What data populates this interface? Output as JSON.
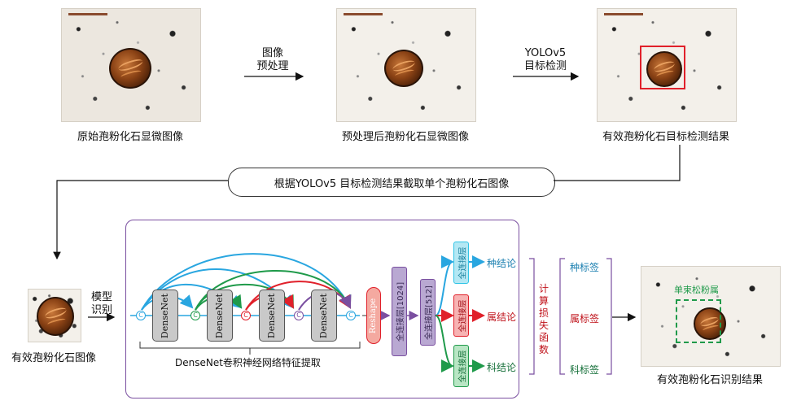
{
  "images": {
    "original_caption": "原始孢粉化石显微图像",
    "preprocessed_caption": "预处理后孢粉化石显微图像",
    "detection_caption": "有效孢粉化石目标检测结果",
    "single_caption": "有效孢粉化石图像",
    "result_caption": "有效孢粉化石识别结果",
    "result_tag": "单束松粉属"
  },
  "steps": {
    "preprocess_line1": "图像",
    "preprocess_line2": "预处理",
    "detect_line1": "YOLOv5",
    "detect_line2": "目标检测",
    "crop": "根据YOLOv5  目标检测结果截取单个孢粉化石图像",
    "model_line1": "模型",
    "model_line2": "识别"
  },
  "network": {
    "dense_blocks": [
      "DenseNet",
      "DenseNet",
      "DenseNet",
      "DenseNet"
    ],
    "concat_symbol": "C",
    "feature_caption": "DenseNet卷积神经网络特征提取",
    "reshape": "Reshape",
    "fc1": "全连接层[1024]",
    "fc2": "全连接层[512]",
    "fc_head": "全连接层",
    "species_out": "种结论",
    "genus_out": "属结论",
    "family_out": "科结论",
    "loss_label": "计算损失函数",
    "species_label": "种标签",
    "genus_label": "属标签",
    "family_label": "科标签"
  },
  "colors": {
    "blue": "#29a6e0",
    "green": "#1f9a4a",
    "red": "#e0202a",
    "purple": "#7a4fa0",
    "cyan": "#2ec4e6"
  }
}
